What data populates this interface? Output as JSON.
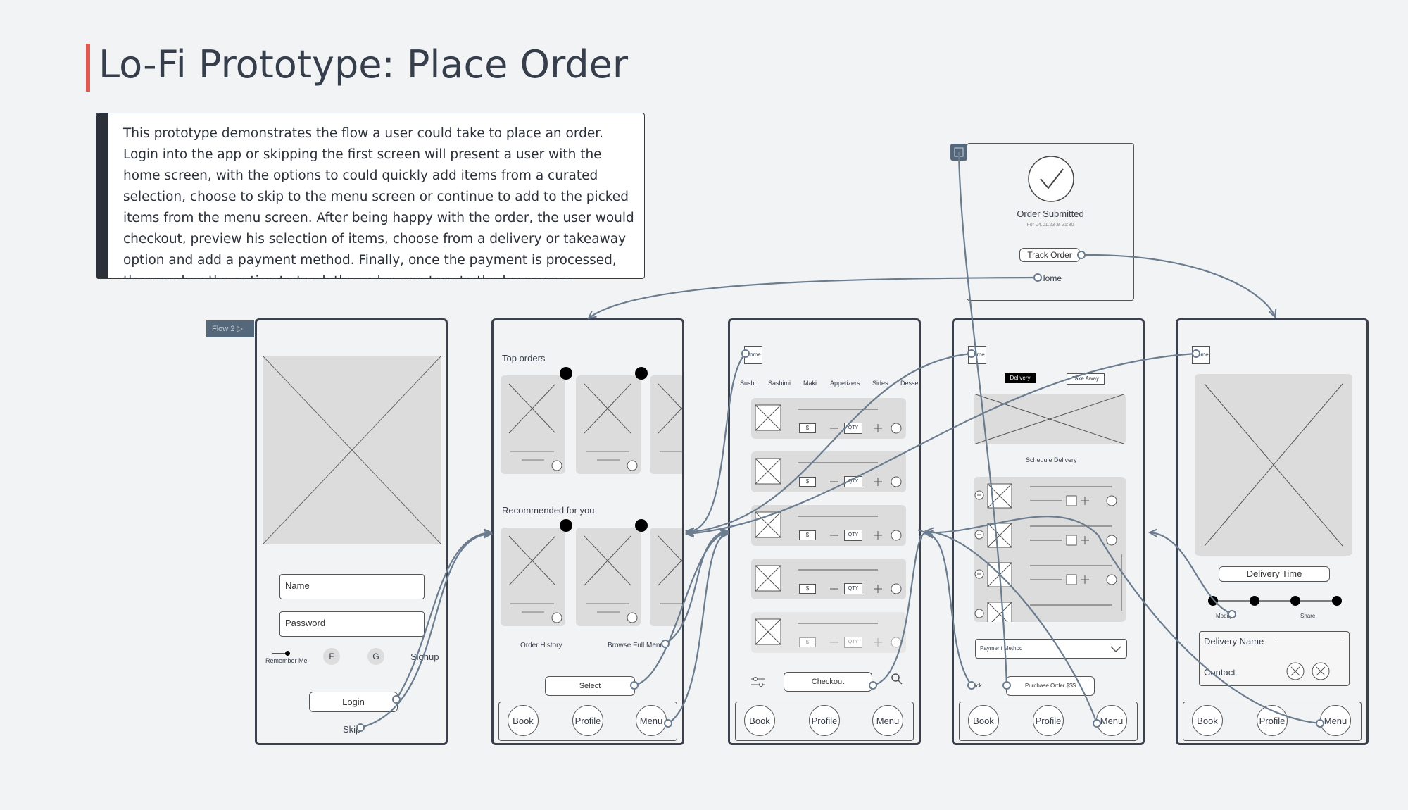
{
  "title": "Lo-Fi Prototype: Place Order",
  "description": "This prototype demonstrates the flow a user could take to place an order. Login into the app or skipping the first screen will present a user with the home screen, with the options to could quickly add items from a curated selection, choose to skip to the menu screen or continue to add to the picked items from the menu screen. After being happy with the order, the user would checkout, preview his selection of items, choose from a delivery or takeaway option and add a payment method. Finally, once the payment is processed, the user has the option to track the order or return to the home page.",
  "flow_tag": "Flow 2",
  "colors": {
    "accent": "#e05a4f",
    "frame": "#3a404c",
    "connector": "#6b7c8f",
    "bg": "#f2f3f5"
  },
  "login": {
    "name_placeholder": "Name",
    "password_placeholder": "Password",
    "remember": "Remember Me",
    "facebook": "F",
    "google": "G",
    "signup": "Signup",
    "login": "Login",
    "skip": "Skip"
  },
  "home": {
    "top_orders": "Top orders",
    "recommended": "Recommended for you",
    "order_history": "Order History",
    "browse_menu": "Browse Full Menu",
    "select": "Select"
  },
  "nav": {
    "book": "Book",
    "profile": "Profile",
    "menu": "Menu"
  },
  "menu_screen": {
    "home": "Home",
    "categories": [
      "Sushi",
      "Sashimi",
      "Maki",
      "Appetizers",
      "Sides",
      "Desse"
    ],
    "price": "$",
    "qty": "QTY",
    "checkout": "Checkout"
  },
  "checkout_screen": {
    "home": "Home",
    "delivery": "Delivery",
    "takeaway": "Take Away",
    "schedule": "Schedule Delivery",
    "payment": "Payment Method",
    "back": "Back",
    "purchase": "Purchase Order $$$"
  },
  "delivery_screen": {
    "home": "Home",
    "time": "Delivery Time",
    "modify": "Modify",
    "share": "Share",
    "name": "Delivery Name",
    "contact": "Contact"
  },
  "confirm": {
    "title": "Order Submitted",
    "subtitle": "For 04.01.23 at 21:30",
    "track": "Track Order",
    "home": "Home"
  }
}
